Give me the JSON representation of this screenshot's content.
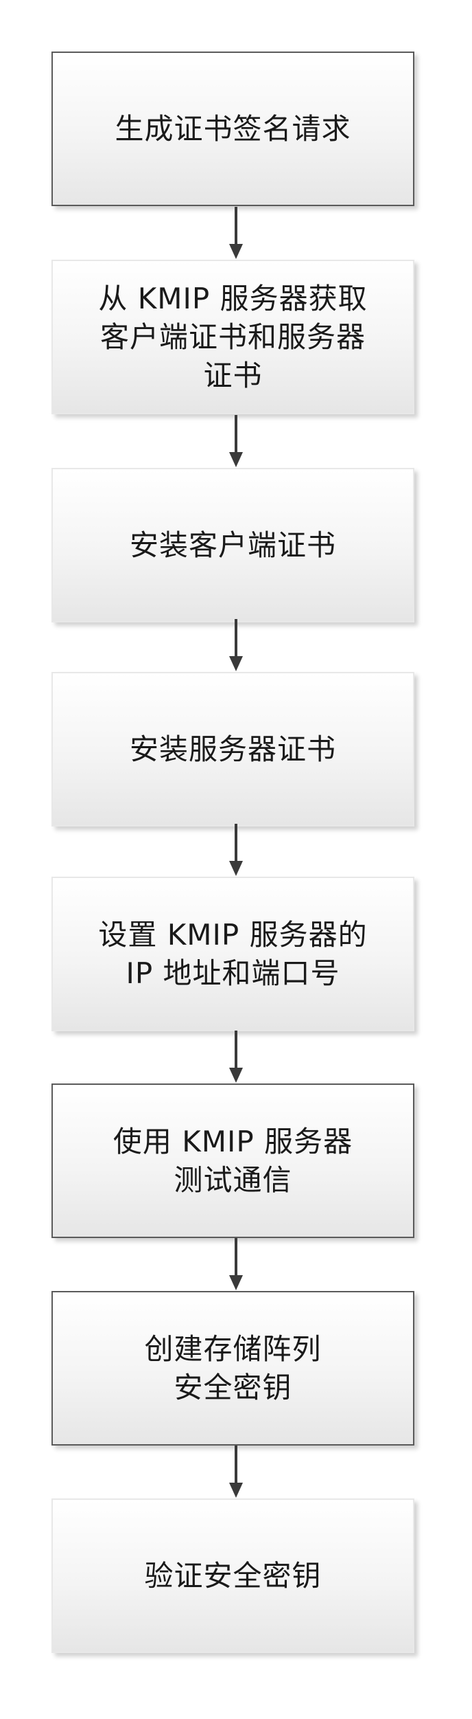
{
  "steps": [
    {
      "id": 1,
      "label": "生成证书签名请求"
    },
    {
      "id": 2,
      "label": "从 KMIP 服务器获取\n客户端证书和服务器\n证书"
    },
    {
      "id": 3,
      "label": "安装客户端证书"
    },
    {
      "id": 4,
      "label": "安装服务器证书"
    },
    {
      "id": 5,
      "label": "设置 KMIP 服务器的\nIP 地址和端口号"
    },
    {
      "id": 6,
      "label": "使用 KMIP 服务器\n测试通信"
    },
    {
      "id": 7,
      "label": "创建存储阵列\n安全密钥"
    },
    {
      "id": 8,
      "label": "验证安全密钥"
    }
  ]
}
